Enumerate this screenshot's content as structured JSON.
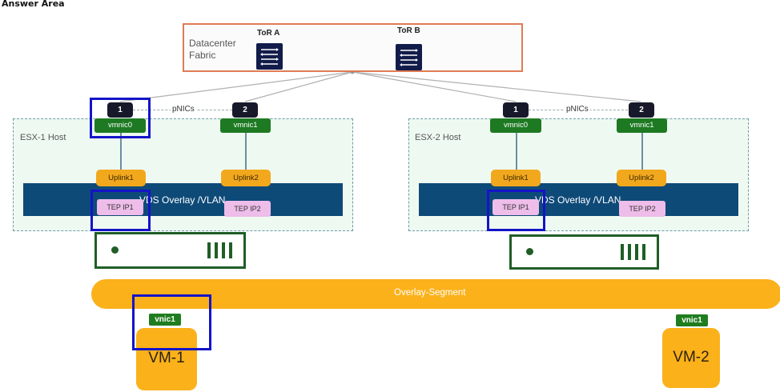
{
  "title": "Answer Area",
  "fabric": {
    "label_line1": "Datacenter",
    "label_line2": "Fabric",
    "tors": [
      {
        "label": "ToR A",
        "icon": "switch-icon"
      },
      {
        "label": "ToR B",
        "icon": "switch-icon"
      }
    ]
  },
  "hosts": [
    {
      "label": "ESX-1 Host",
      "pnics_label": "pNICs",
      "pnics": [
        {
          "number": "1",
          "vmnic": "vmnic0",
          "uplink": "Uplink1",
          "tep": "TEP IP1"
        },
        {
          "number": "2",
          "vmnic": "vmnic1",
          "uplink": "Uplink2",
          "tep": "TEP IP2"
        }
      ],
      "vds_label": "VDS Overlay /VLAN"
    },
    {
      "label": "ESX-2 Host",
      "pnics_label": "pNICs",
      "pnics": [
        {
          "number": "1",
          "vmnic": "vmnic0",
          "uplink": "Uplink1",
          "tep": "TEP IP1"
        },
        {
          "number": "2",
          "vmnic": "vmnic1",
          "uplink": "Uplink2",
          "tep": "TEP IP2"
        }
      ],
      "vds_label": "VDS Overlay /VLAN"
    }
  ],
  "segment": {
    "label": "Overlay-Segment"
  },
  "vms": [
    {
      "name": "VM-1",
      "vnic": "vnic1"
    },
    {
      "name": "VM-2",
      "vnic": "vnic1"
    }
  ],
  "colors": {
    "selection": "#1414c8",
    "vmnic": "#1d7a22",
    "uplink": "#f2a81d",
    "tep": "#eebde9",
    "vds": "#0e4a78",
    "segment": "#fbb11a",
    "fabric_border": "#e07b55"
  }
}
